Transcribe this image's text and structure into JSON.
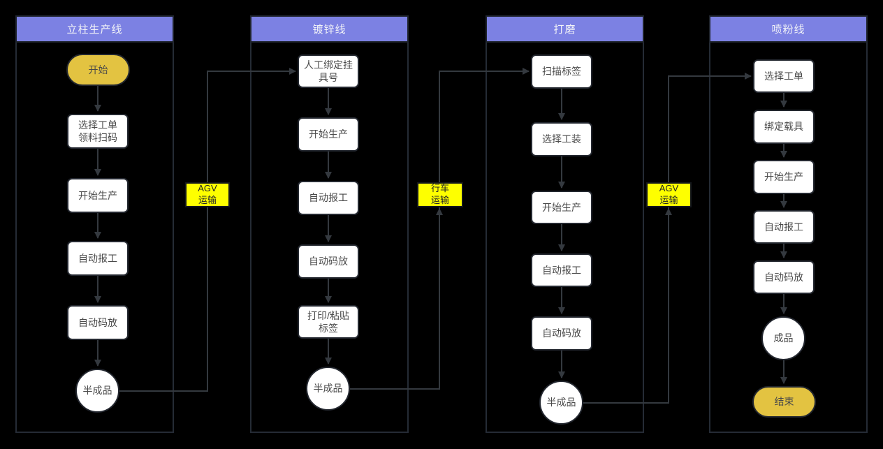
{
  "colors": {
    "background": "#000000",
    "lane-border": "#252b35",
    "header-bg": "#7c81e3",
    "header-text": "#f2f3f7",
    "node-bg": "#ffffff",
    "node-border": "#23272f",
    "node-text": "#4a4a4a",
    "terminal-bg": "#e3c341",
    "transport-bg": "#feff00",
    "transport-border": "#14171c",
    "transport-text": "#202328",
    "edge": "#34393f"
  },
  "lanes": [
    {
      "title": "立柱生产线",
      "nodes": [
        {
          "type": "start",
          "label": "开始"
        },
        {
          "type": "process",
          "label": "选择工单\n领料扫码"
        },
        {
          "type": "process",
          "label": "开始生产"
        },
        {
          "type": "process",
          "label": "自动报工"
        },
        {
          "type": "process",
          "label": "自动码放"
        },
        {
          "type": "output-circle",
          "label": "半成品"
        }
      ]
    },
    {
      "title": "镀锌线",
      "nodes": [
        {
          "type": "process",
          "label": "人工绑定挂\n具号"
        },
        {
          "type": "process",
          "label": "开始生产"
        },
        {
          "type": "process",
          "label": "自动报工"
        },
        {
          "type": "process",
          "label": "自动码放"
        },
        {
          "type": "process",
          "label": "打印/粘贴\n标签"
        },
        {
          "type": "output-circle",
          "label": "半成品"
        }
      ]
    },
    {
      "title": "打磨",
      "nodes": [
        {
          "type": "process",
          "label": "扫描标签"
        },
        {
          "type": "process",
          "label": "选择工装"
        },
        {
          "type": "process",
          "label": "开始生产"
        },
        {
          "type": "process",
          "label": "自动报工"
        },
        {
          "type": "process",
          "label": "自动码放"
        },
        {
          "type": "output-circle",
          "label": "半成品"
        }
      ]
    },
    {
      "title": "喷粉线",
      "nodes": [
        {
          "type": "process",
          "label": "选择工单"
        },
        {
          "type": "process",
          "label": "绑定载具"
        },
        {
          "type": "process",
          "label": "开始生产"
        },
        {
          "type": "process",
          "label": "自动报工"
        },
        {
          "type": "process",
          "label": "自动码放"
        },
        {
          "type": "output-circle",
          "label": "成品"
        },
        {
          "type": "end",
          "label": "结束"
        }
      ]
    }
  ],
  "transports": [
    {
      "label": "AGV\n运输"
    },
    {
      "label": "行车\n运输"
    },
    {
      "label": "AGV\n运输"
    }
  ],
  "connections": [
    {
      "from": "立柱生产线.半成品",
      "to": "镀锌线.人工绑定挂具号",
      "via": "AGV运输"
    },
    {
      "from": "镀锌线.半成品",
      "to": "打磨.扫描标签",
      "via": "行车运输"
    },
    {
      "from": "打磨.半成品",
      "to": "喷粉线.选择工单",
      "via": "AGV运输"
    }
  ]
}
